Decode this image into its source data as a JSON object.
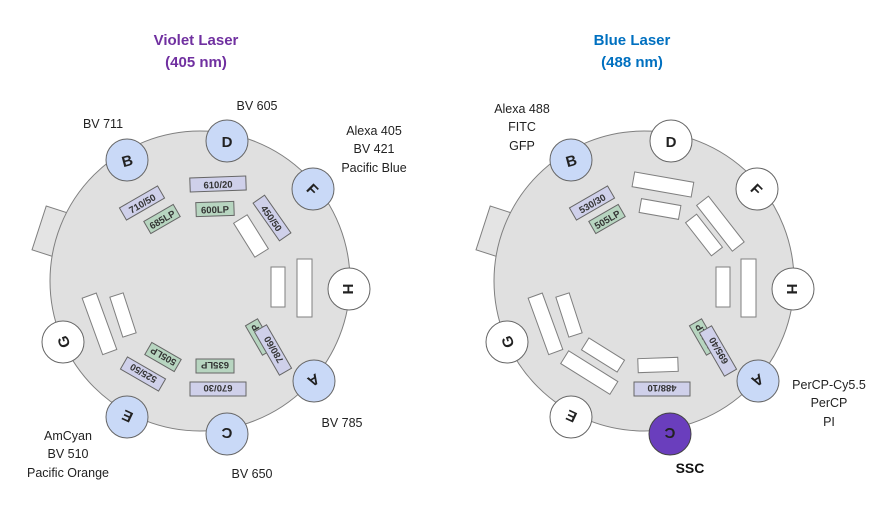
{
  "colors": {
    "violet_title": "#7030a0",
    "blue_title": "#0070c0",
    "wheel_fill": "#e0e0e0",
    "wheel_stroke": "#7f7f7f",
    "detector_active": "#c9d9f7",
    "detector_inactive": "#ffffff",
    "detector_ssc": "#6a3ebd",
    "bandpass_fill": "#cfd0ea",
    "longpass_fill": "#b7d5c0",
    "empty_fill": "#ffffff"
  },
  "violet": {
    "title_line1": "Violet Laser",
    "title_line2": "(405 nm)",
    "detectors": {
      "A": {
        "letter": "A",
        "labels": [
          "BV 785"
        ]
      },
      "B": {
        "letter": "B",
        "labels": [
          "BV 711"
        ]
      },
      "C": {
        "letter": "C",
        "labels": [
          "BV 650"
        ]
      },
      "D": {
        "letter": "D",
        "labels": [
          "BV 605"
        ]
      },
      "E": {
        "letter": "E",
        "labels": [
          "AmCyan",
          "BV 510",
          "Pacific Orange"
        ]
      },
      "F": {
        "letter": "F",
        "labels": [
          "Alexa 405",
          "BV 421",
          "Pacific Blue"
        ]
      },
      "G": {
        "letter": "G",
        "labels": []
      },
      "H": {
        "letter": "H",
        "labels": []
      }
    },
    "filters": {
      "f_710_50": "710/50",
      "f_685lp": "685LP",
      "f_610_20": "610/20",
      "f_600lp": "600LP",
      "f_450_50": "450/50",
      "f_750lp": "750LP",
      "f_780_60": "780/60",
      "f_635lp": "635LP",
      "f_670_30": "670/30",
      "f_505lp": "505LP",
      "f_525_50": "525/50"
    }
  },
  "blue": {
    "title_line1": "Blue Laser",
    "title_line2": "(488 nm)",
    "detectors": {
      "A": {
        "letter": "A",
        "labels": [
          "PerCP-Cy5.5",
          "PerCP",
          "PI"
        ]
      },
      "B": {
        "letter": "B",
        "labels": [
          "Alexa 488",
          "FITC",
          "GFP"
        ]
      },
      "C": {
        "letter": "C",
        "labels": [
          "SSC"
        ]
      },
      "D": {
        "letter": "D",
        "labels": []
      },
      "E": {
        "letter": "E",
        "labels": []
      },
      "F": {
        "letter": "F",
        "labels": []
      },
      "G": {
        "letter": "G",
        "labels": []
      },
      "H": {
        "letter": "H",
        "labels": []
      }
    },
    "filters": {
      "f_530_30": "530/30",
      "f_505lp": "505LP",
      "f_670lp": "670LP",
      "f_695_40": "695/40",
      "f_488_10": "488/10"
    }
  }
}
